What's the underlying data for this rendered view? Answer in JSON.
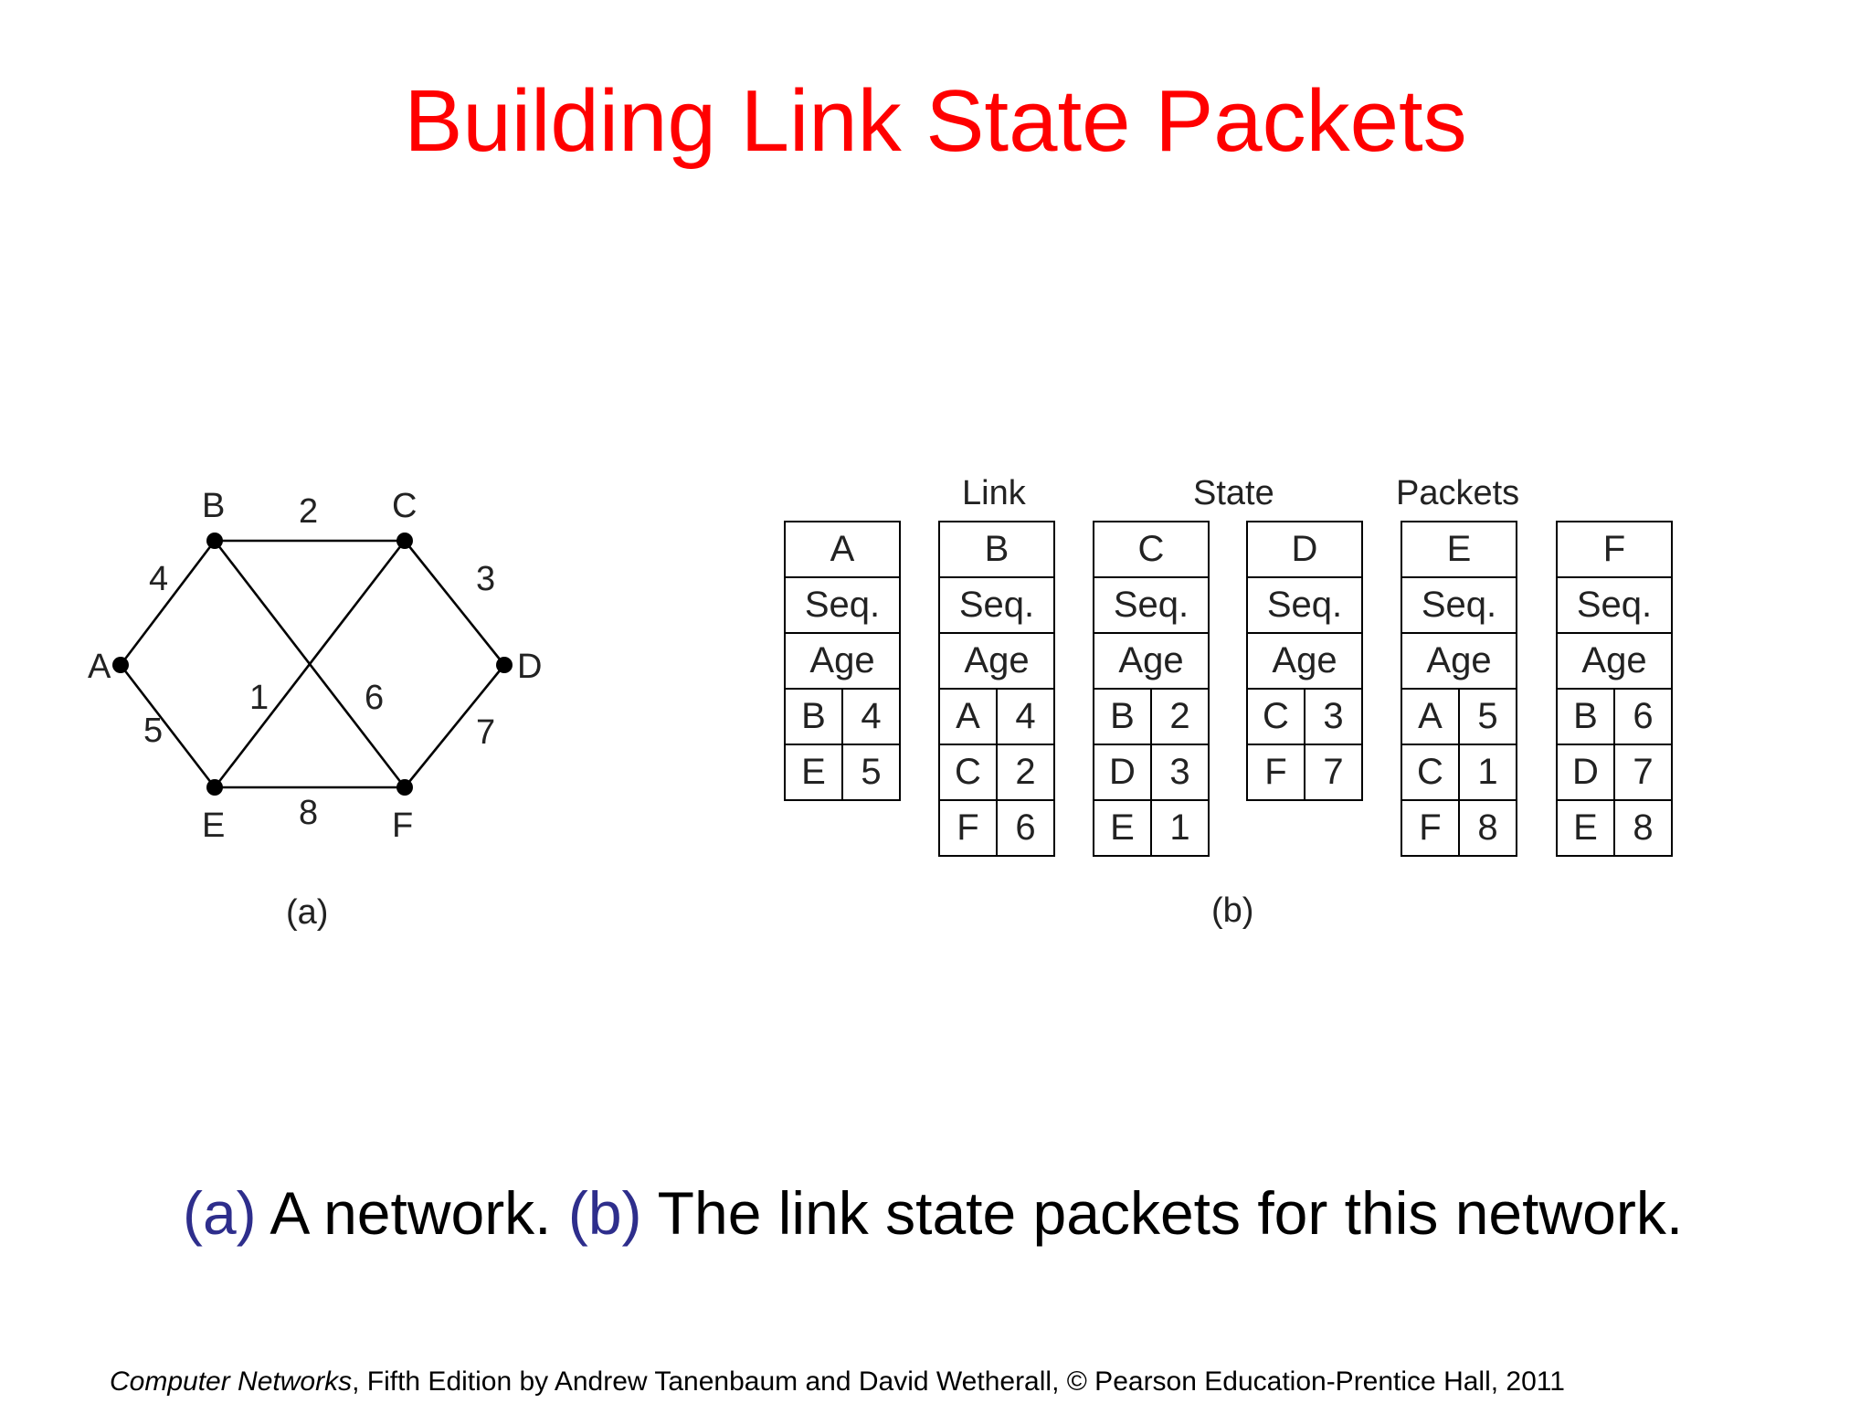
{
  "slide": {
    "title": "Building Link State Packets",
    "caption": {
      "a_mark": "(a)",
      "a_text": " A network. ",
      "b_mark": "(b)",
      "b_text": " The link state packets for this network."
    },
    "footer": {
      "book": "Computer Networks",
      "rest": ", Fifth Edition by Andrew Tanenbaum and David Wetherall, © Pearson Education-Prentice Hall, 2011"
    },
    "colors": {
      "title": "#ff0000",
      "caption_mark": "#2e2e8c"
    }
  },
  "network": {
    "label": "(a)",
    "nodes": [
      "A",
      "B",
      "C",
      "D",
      "E",
      "F"
    ],
    "edges": [
      {
        "from": "A",
        "to": "B",
        "weight": "4"
      },
      {
        "from": "A",
        "to": "E",
        "weight": "5"
      },
      {
        "from": "B",
        "to": "C",
        "weight": "2"
      },
      {
        "from": "B",
        "to": "F",
        "weight": "6"
      },
      {
        "from": "C",
        "to": "D",
        "weight": "3"
      },
      {
        "from": "C",
        "to": "E",
        "weight": "1"
      },
      {
        "from": "D",
        "to": "F",
        "weight": "7"
      },
      {
        "from": "E",
        "to": "F",
        "weight": "8"
      }
    ]
  },
  "packets": {
    "label": "(b)",
    "header_words": [
      "Link",
      "State",
      "Packets"
    ],
    "seq_label": "Seq.",
    "age_label": "Age",
    "list": [
      {
        "node": "A",
        "links": [
          [
            "B",
            "4"
          ],
          [
            "E",
            "5"
          ]
        ]
      },
      {
        "node": "B",
        "links": [
          [
            "A",
            "4"
          ],
          [
            "C",
            "2"
          ],
          [
            "F",
            "6"
          ]
        ]
      },
      {
        "node": "C",
        "links": [
          [
            "B",
            "2"
          ],
          [
            "D",
            "3"
          ],
          [
            "E",
            "1"
          ]
        ]
      },
      {
        "node": "D",
        "links": [
          [
            "C",
            "3"
          ],
          [
            "F",
            "7"
          ]
        ]
      },
      {
        "node": "E",
        "links": [
          [
            "A",
            "5"
          ],
          [
            "C",
            "1"
          ],
          [
            "F",
            "8"
          ]
        ]
      },
      {
        "node": "F",
        "links": [
          [
            "B",
            "6"
          ],
          [
            "D",
            "7"
          ],
          [
            "E",
            "8"
          ]
        ]
      }
    ]
  }
}
